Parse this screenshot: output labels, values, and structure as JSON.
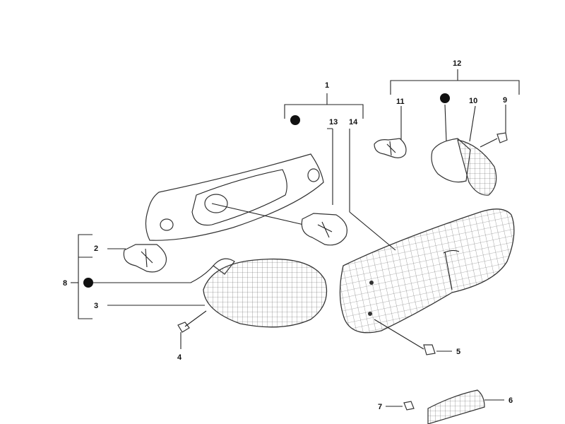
{
  "callouts": {
    "c1": "1",
    "c2": "2",
    "c3": "3",
    "c4": "4",
    "c5": "5",
    "c6": "6",
    "c7": "7",
    "c8": "8",
    "c9": "9",
    "c10": "10",
    "c11": "11",
    "c12": "12",
    "c13": "13",
    "c14": "14"
  },
  "marker_meaning": "assembly-marker"
}
